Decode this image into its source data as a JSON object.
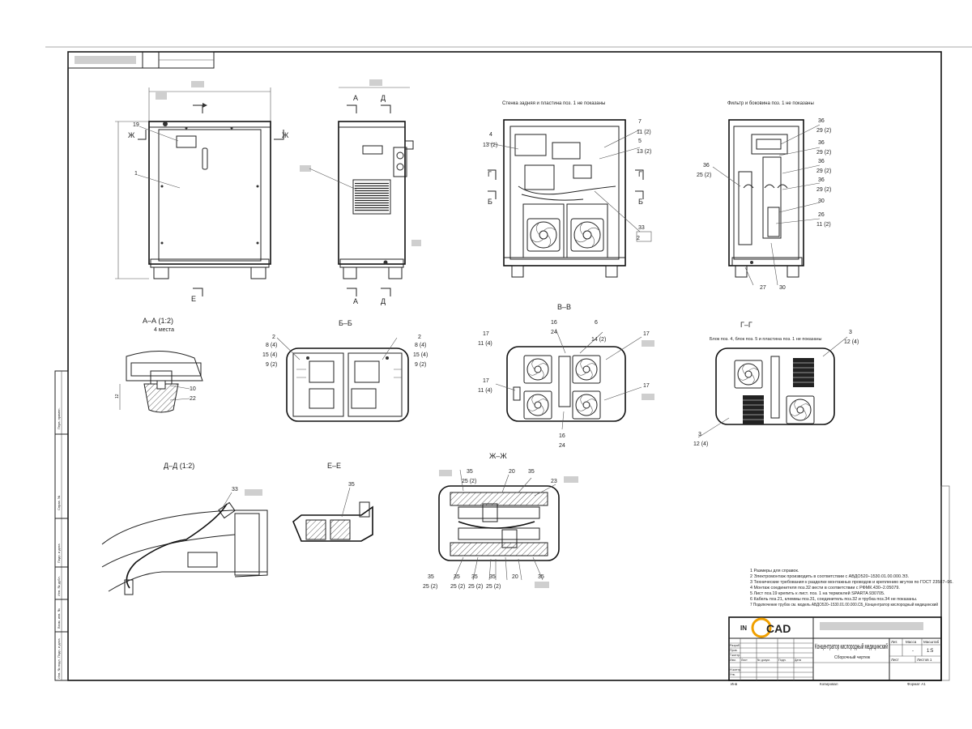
{
  "views": {
    "front": {
      "callouts": [
        "19",
        "1"
      ],
      "section_marks": [
        "Ж",
        "Ж",
        "Е"
      ]
    },
    "side": {
      "section_marks": [
        "А",
        "Д",
        "А",
        "Д"
      ]
    },
    "rear": {
      "caption": "Стенка задняя и пластина поз. 1 не показаны",
      "callouts": [
        "4",
        "13 (2)",
        "7",
        "11 (2)",
        "5",
        "13 (2)",
        "33",
        "2"
      ],
      "section_marks": [
        "Г",
        "Б",
        "Г",
        "Б"
      ]
    },
    "right": {
      "caption": "Фильтр и боковина поз. 1 не показаны",
      "callouts": [
        "36",
        "25 (2)",
        "36",
        "29 (2)",
        "36",
        "29 (2)",
        "36",
        "29 (2)",
        "36",
        "29 (2)",
        "30",
        "26",
        "11 (2)",
        "27",
        "30"
      ]
    }
  },
  "sections": {
    "aa": {
      "title": "А–А (1:2)",
      "subtitle": "4 места",
      "callouts": [
        "10",
        "22"
      ],
      "dim": "12"
    },
    "bb": {
      "title": "Б–Б",
      "callouts_left": [
        "2",
        "8 (4)",
        "15 (4)",
        "9 (2)"
      ],
      "callouts_right": [
        "2",
        "8 (4)",
        "15 (4)",
        "9 (2)"
      ]
    },
    "vv": {
      "title": "В–В",
      "callouts": [
        "16",
        "24",
        "6",
        "14 (2)",
        "17",
        "11 (4)",
        "17",
        "11 (4)",
        "17",
        "17",
        "16",
        "24"
      ]
    },
    "gg": {
      "title": "Г–Г",
      "caption": "Блок поз. 4, блок поз. 5 и пластина поз. 1 не показаны",
      "callouts": [
        "3",
        "12 (4)",
        "3",
        "12 (4)"
      ]
    },
    "dd": {
      "title": "Д–Д (1:2)",
      "callouts": [
        "33"
      ]
    },
    "ee": {
      "title": "Е–Е",
      "callouts": [
        "35"
      ]
    },
    "zhzh": {
      "title": "Ж–Ж",
      "top_callouts": [
        "20",
        "35",
        "25 (2)",
        "35",
        "23"
      ],
      "bottom_callouts": [
        "35",
        "25 (2)",
        "35",
        "25 (2)",
        "35",
        "25 (2)",
        "35",
        "25 (2)",
        "20",
        "35"
      ]
    }
  },
  "notes": [
    "1 Размеры для справок.",
    "2 Электромонтаж производить в соответствии с АВДО520–1530.01.00.000.ЭЗ.",
    "3 Технические требования к разделке монтажных проводов и креплению жгутов по ГОСТ 23587–96.",
    "4 Монтаж соединителя поз.32 вести в соответствии с РФМК.430–2.05079.",
    "5 Лист поз.19 крепить к лист. поз. 1 на термоклей SPARTA 930705.",
    "6 Кабель поз.21, клеммы поз.31, соединитель поз.32 и трубка поз.34 не показаны.",
    "7 Подключение трубок см. модель АВДО520–1530.01.00.000.СБ_Концентратор кислородный медицинский"
  ],
  "title_block": {
    "logo_prefix": "IN",
    "logo_text": "CAD",
    "product_name": "Концентратор кислородный медицинский",
    "doc_type": "Сборочный чертеж",
    "col_lit": "Лит.",
    "col_mass": "Масса",
    "col_scale": "Масштаб",
    "mass_value": "-",
    "scale_value": "1:5",
    "sheet_label": "Лист",
    "sheets_label": "Листов 1",
    "rows": [
      "Изм.",
      "Лист",
      "№ докум.",
      "Подп.",
      "Дата"
    ],
    "roles": [
      "Разраб.",
      "Пров.",
      "Т.контр.",
      "Н.контр.",
      "Утв."
    ],
    "copied": "Копировал",
    "format": "Формат А1",
    "inv": "Инв"
  },
  "side_strip": [
    "Перв. примен.",
    "Справ. №",
    "Подп. и дата",
    "Инв. № дубл.",
    "Взам. инв. №",
    "Подп. и дата",
    "Инв. № подл."
  ]
}
